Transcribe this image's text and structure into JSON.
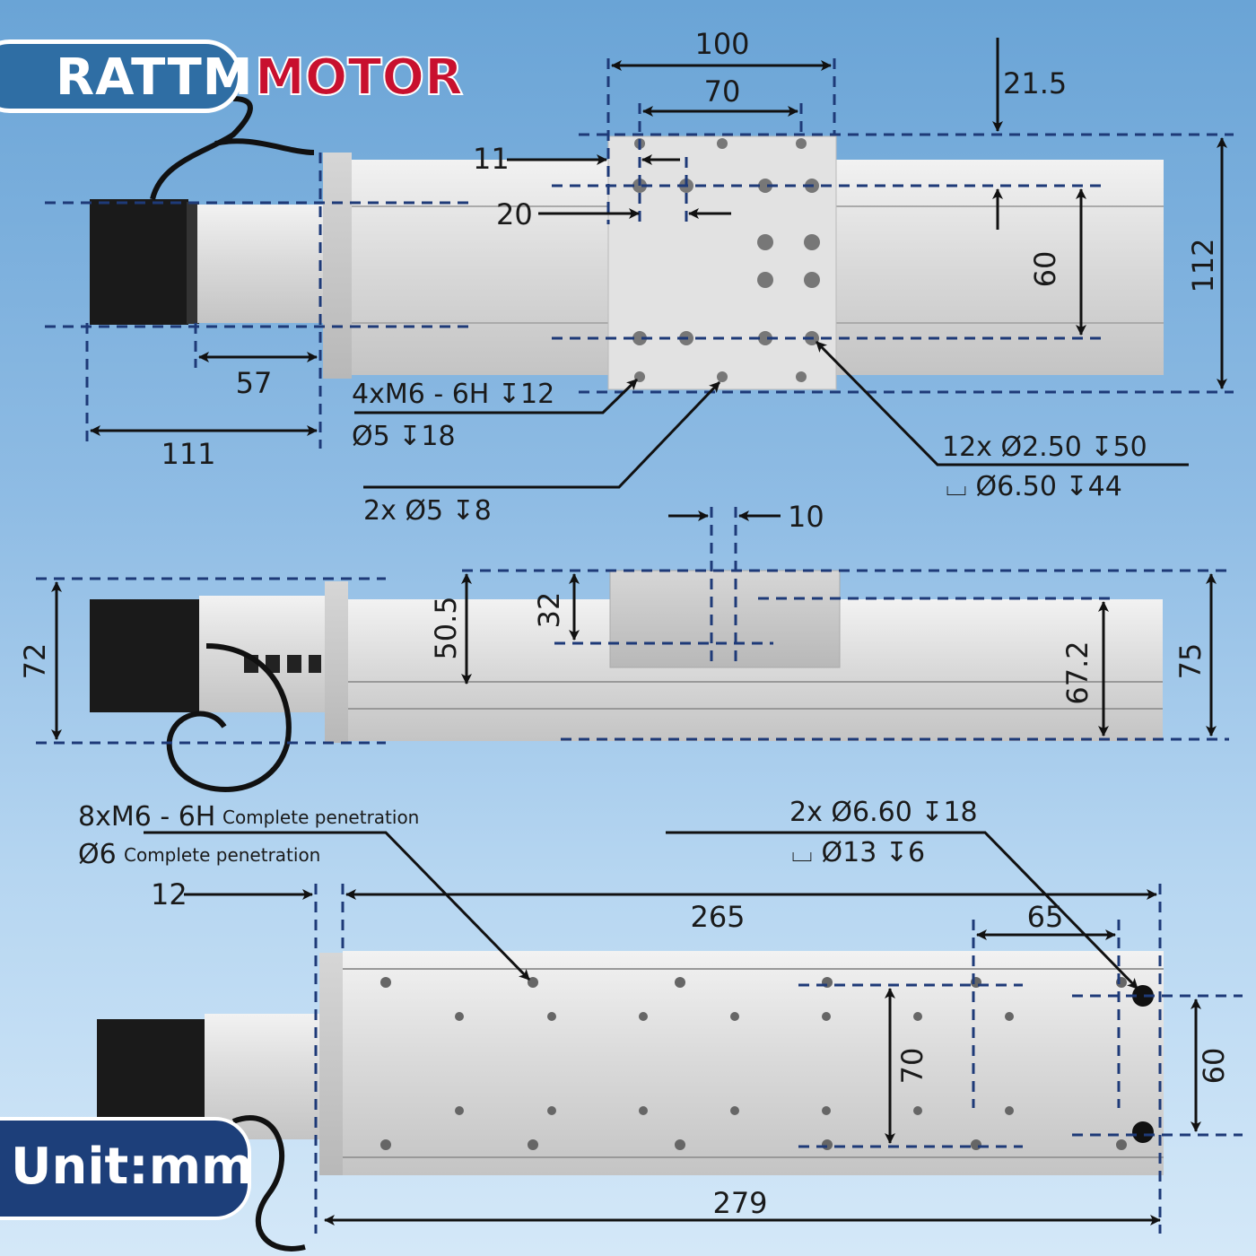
{
  "brand": {
    "part1": "RATTM",
    "part2": "MOTOR"
  },
  "unit_label": "Unit:mm",
  "colors": {
    "dim_line": "#1e3a78",
    "brand_red": "#c8102e",
    "brand_blue": "#2f6ea4",
    "unit_bg": "#1d3f7a"
  },
  "top_view": {
    "d100": "100",
    "d70": "70",
    "d21_5": "21.5",
    "d11": "11",
    "d20": "20",
    "d60": "60",
    "d112": "112",
    "d57": "57",
    "d111": "111",
    "note_m6": "4xM6 - 6H ↧12",
    "note_d5": "Ø5 ↧18",
    "note_12x_line1": "12x Ø2.50 ↧50",
    "note_12x_line2": "⌴ Ø6.50 ↧44",
    "note_2x": "2x Ø5 ↧8"
  },
  "side_view": {
    "d10": "10",
    "d72": "72",
    "d50_5": "50.5",
    "d32": "32",
    "d67_2": "67.2",
    "d75": "75"
  },
  "bottom_view": {
    "note_8x_a": "8xM6 - 6H",
    "note_8x_b": "Complete penetration",
    "note_d6_a": "Ø6",
    "note_d6_b": "Complete penetration",
    "note_2x_line1": "2x Ø6.60 ↧18",
    "note_2x_line2": "⌴ Ø13 ↧6",
    "d12": "12",
    "d265": "265",
    "d65": "65",
    "d70": "70",
    "d60": "60",
    "d279": "279"
  }
}
